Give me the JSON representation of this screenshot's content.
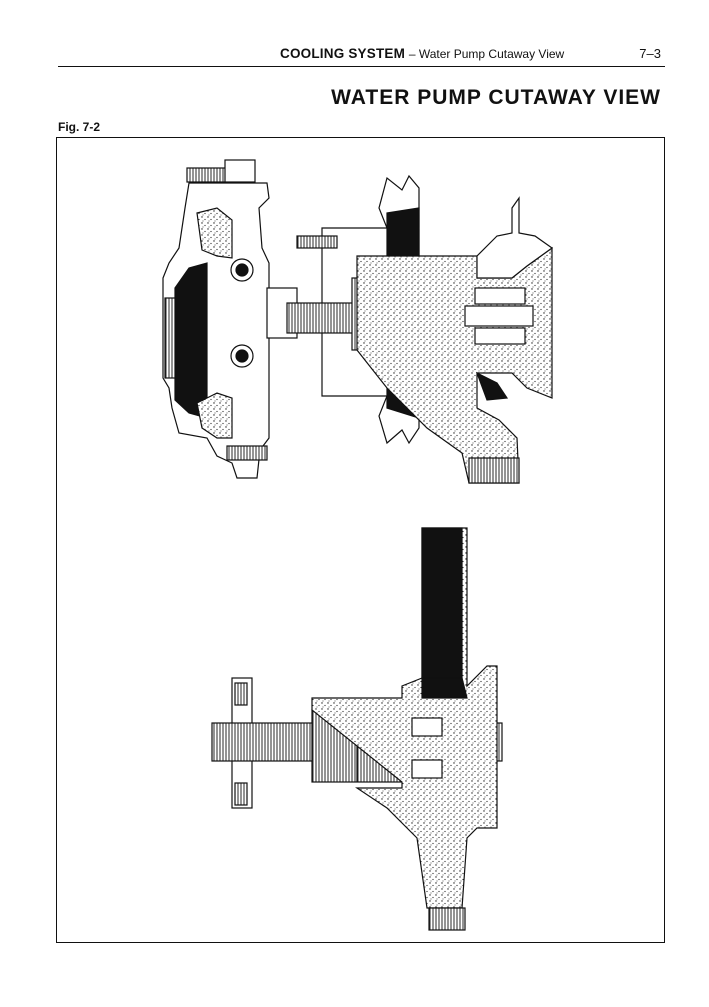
{
  "header": {
    "section_title": "COOLING SYSTEM",
    "section_subtitle": "– Water Pump Cutaway View",
    "page_number": "7–3"
  },
  "page_title": "WATER PUMP CUTAWAY VIEW",
  "figure": {
    "label": "Fig. 7-2"
  }
}
